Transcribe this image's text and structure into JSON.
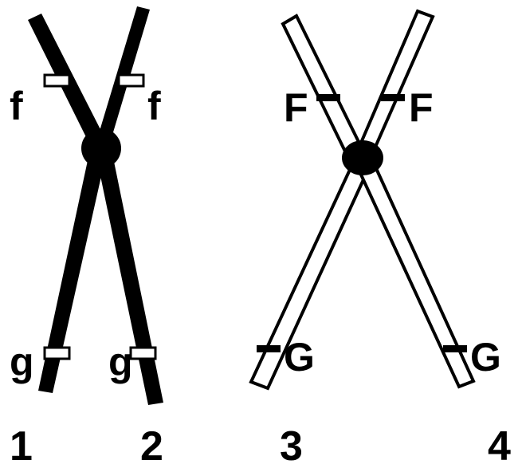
{
  "colors": {
    "ink": "#000000",
    "paper": "#ffffff"
  },
  "pair_left": {
    "chromatid_fill": "#000000",
    "gene_f_label": "f",
    "gene_g_label": "g",
    "number_1": "1",
    "number_2": "2"
  },
  "pair_right": {
    "chromatid_fill": "#ffffff",
    "gene_f_label": "F",
    "gene_g_label": "G",
    "number_3": "3",
    "number_4": "4"
  }
}
